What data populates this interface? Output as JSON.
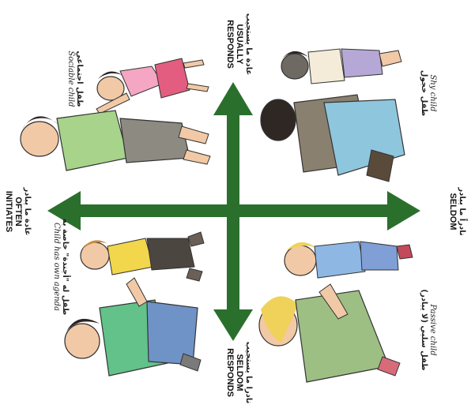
{
  "colors": {
    "arrow": "#2b6f2d",
    "arrow_dark": "#1f5220",
    "skin": "#f2c9a6",
    "hair_dark": "#2a2320",
    "hair_blond": "#f0d15a"
  },
  "axes": {
    "top": {
      "ar": "عادة ما يستجيب",
      "en_line1": "USUALLY",
      "en_line2": "RESPONDS"
    },
    "bottom": {
      "ar": "نادرا ما يستجيب",
      "en_line1": "SELDOM",
      "en_line2": "RESPONDS"
    },
    "left": {
      "ar": "عادة ما يبادر",
      "en_line1": "OFTEN",
      "en_line2": "INITIATES"
    },
    "right": {
      "ar": "نادراً ما يبادر",
      "en_line1": "SELDOM"
    }
  },
  "quadrants": {
    "sociable": {
      "ar": "طفل اجتماعي",
      "en": "Sociable child"
    },
    "shy": {
      "ar": "طفل خجول",
      "en": "Shy child"
    },
    "own_agenda": {
      "ar": "طفل له \"أجندة\" خاصة به",
      "en": "Child has own agenda"
    },
    "passive": {
      "ar": "طفل سلبي (لا يبادر)",
      "en": "Passive child"
    }
  }
}
